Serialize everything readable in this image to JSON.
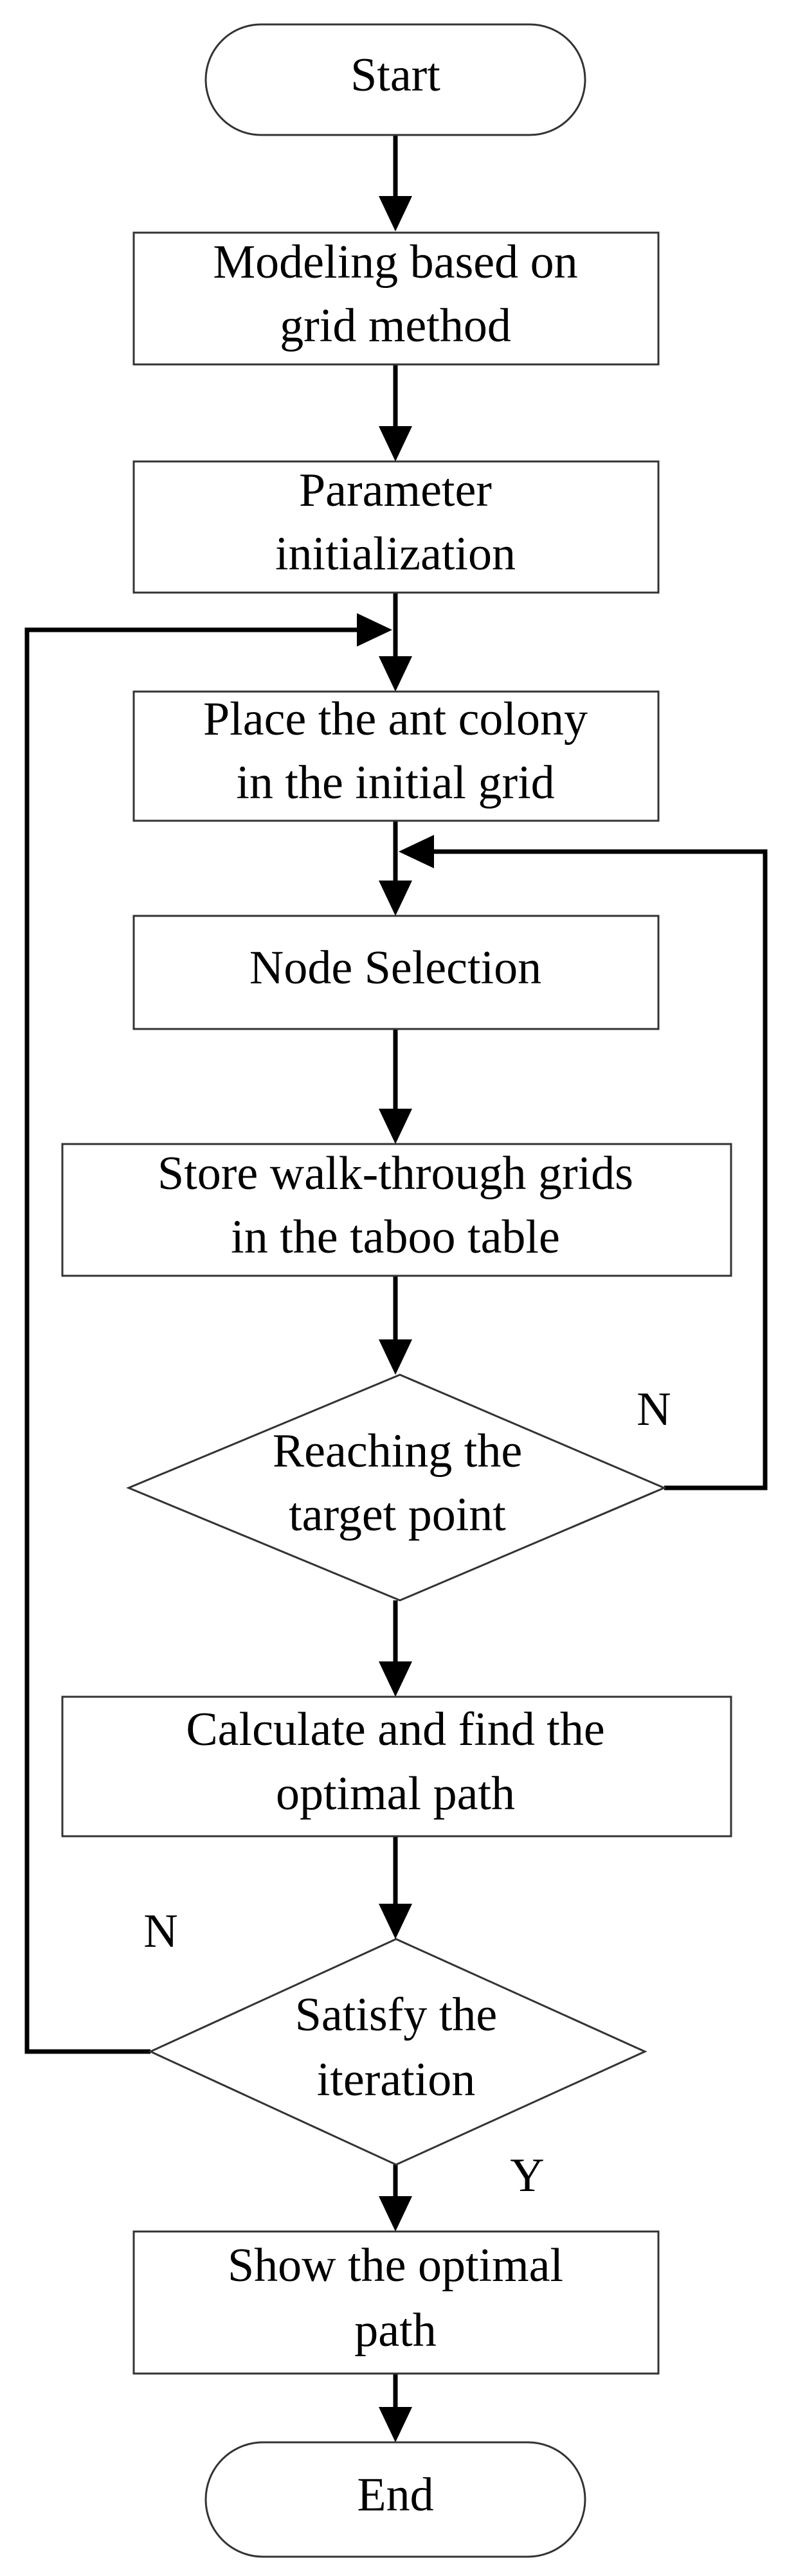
{
  "nodes": {
    "start": {
      "lines": [
        "Start"
      ]
    },
    "modeling": {
      "lines": [
        "Modeling based on",
        "grid method"
      ]
    },
    "param": {
      "lines": [
        "Parameter",
        "initialization"
      ]
    },
    "place": {
      "lines": [
        "Place the ant colony",
        "in the initial grid"
      ]
    },
    "select": {
      "lines": [
        "Node Selection"
      ]
    },
    "store": {
      "lines": [
        "Store walk-through grids",
        "in the taboo table"
      ]
    },
    "reach": {
      "lines": [
        "Reaching the",
        "target point"
      ]
    },
    "calc": {
      "lines": [
        "Calculate and find the",
        "optimal path"
      ]
    },
    "satisfy": {
      "lines": [
        "Satisfy the",
        "iteration"
      ]
    },
    "show": {
      "lines": [
        "Show the optimal",
        "path"
      ]
    },
    "end": {
      "lines": [
        "End"
      ]
    }
  },
  "edge_labels": {
    "reach_no": "N",
    "satisfy_no": "N",
    "satisfy_yes": "Y"
  }
}
